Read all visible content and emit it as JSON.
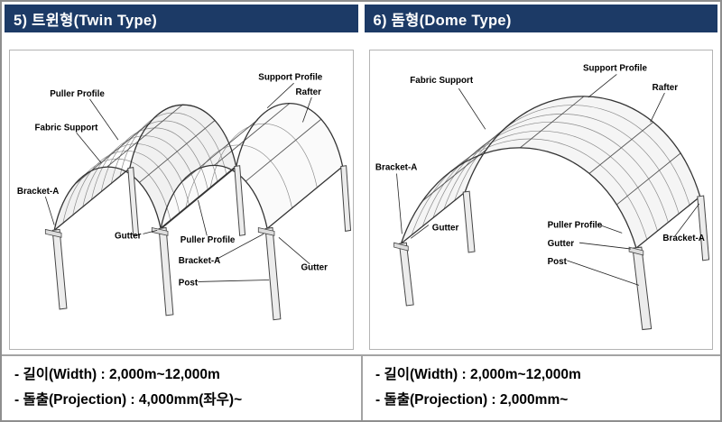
{
  "colors": {
    "header_bg": "#1c3a66",
    "header_text": "#ffffff",
    "outer_border": "#8e8e8e",
    "divider": "#a3a3a3",
    "diagram_line": "#333333"
  },
  "panels": [
    {
      "header": "5) 트윈형(Twin Type)",
      "diagram_labels": [
        "Support Profile",
        "Rafter",
        "Puller Profile",
        "Fabric Support",
        "Bracket-A",
        "Gutter",
        "Puller Profile",
        "Bracket-A",
        "Post",
        "Gutter"
      ],
      "specs": [
        "- 길이(Width) : 2,000m~12,000m",
        "- 돌출(Projection) : 4,000mm(좌우)~"
      ]
    },
    {
      "header": "6) 돔형(Dome Type)",
      "diagram_labels": [
        "Fabric Support",
        "Support Profile",
        "Rafter",
        "Bracket-A",
        "Gutter",
        "Puller Profile",
        "Gutter",
        "Post",
        "Bracket-A"
      ],
      "specs": [
        "- 길이(Width) : 2,000m~12,000m",
        "- 돌출(Projection) : 2,000mm~"
      ]
    }
  ]
}
